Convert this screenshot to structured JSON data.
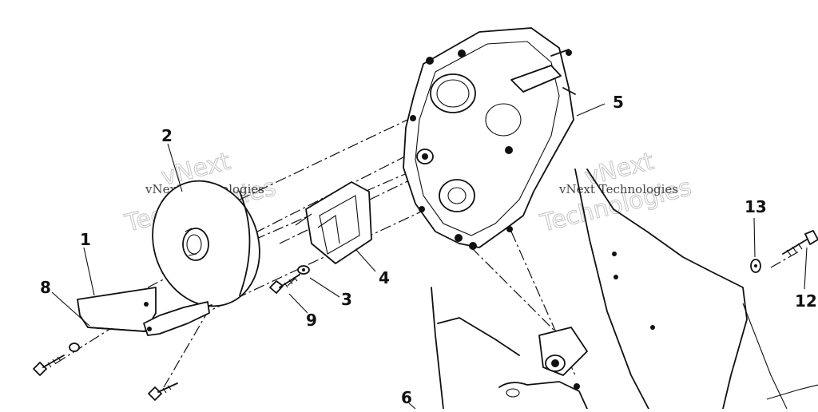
{
  "callouts": {
    "c1": "1",
    "c2": "2",
    "c3": "3",
    "c4": "4",
    "c5": "5",
    "c6": "6",
    "c8": "8",
    "c9": "9",
    "c12": "12",
    "c13": "13"
  },
  "watermarks": {
    "left_small": "vNext Technologies",
    "left_big_1": "vNext",
    "left_big_2": "Technologies",
    "right_small": "vNext Technologies",
    "right_big_1": "vNext",
    "right_big_2": "Technologies"
  }
}
